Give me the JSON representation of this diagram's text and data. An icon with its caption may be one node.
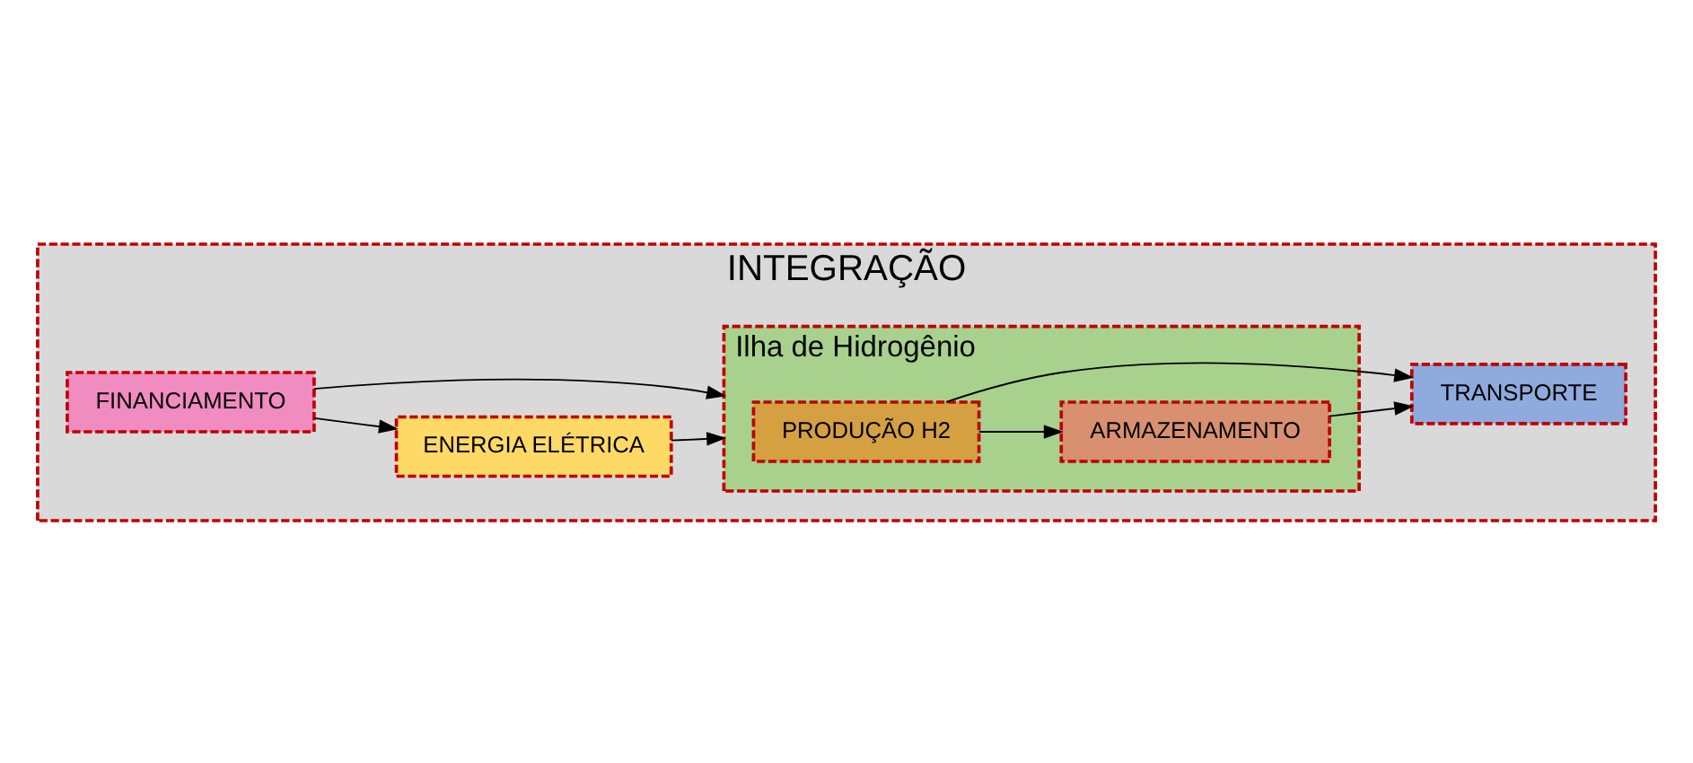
{
  "diagram": {
    "nodes": [
      {
        "text": [
          "INTEGRAÇÃO"
        ]
      },
      {
        "text": [
          "FINANCIAMENTO"
        ],
        "in": 0
      },
      {
        "text": [
          "ENERGIA ELÉTRICA"
        ],
        "in": 0
      },
      {
        "text": [
          "Ilha de Hidrogênio"
        ],
        "in": 0
      },
      {
        "text": [
          "PRODUÇÃO H2"
        ],
        "in": 3
      },
      {
        "text": [
          "ARMAZENAMENTO"
        ],
        "in": 3
      },
      {
        "text": [
          "TRANSPORTE"
        ],
        "in": 0
      }
    ],
    "edges": [
      {
        "from": 1,
        "to": 2,
        "arrow": "to"
      },
      {
        "from": 2,
        "to": 3,
        "arrow": "to"
      },
      {
        "from": 1,
        "to": 3,
        "arrow": "to"
      },
      {
        "from": 4,
        "to": 5,
        "arrow": "to"
      },
      {
        "from": 5,
        "to": 6,
        "arrow": "to"
      },
      {
        "from": 4,
        "to": 6,
        "arrow": "to"
      }
    ]
  }
}
